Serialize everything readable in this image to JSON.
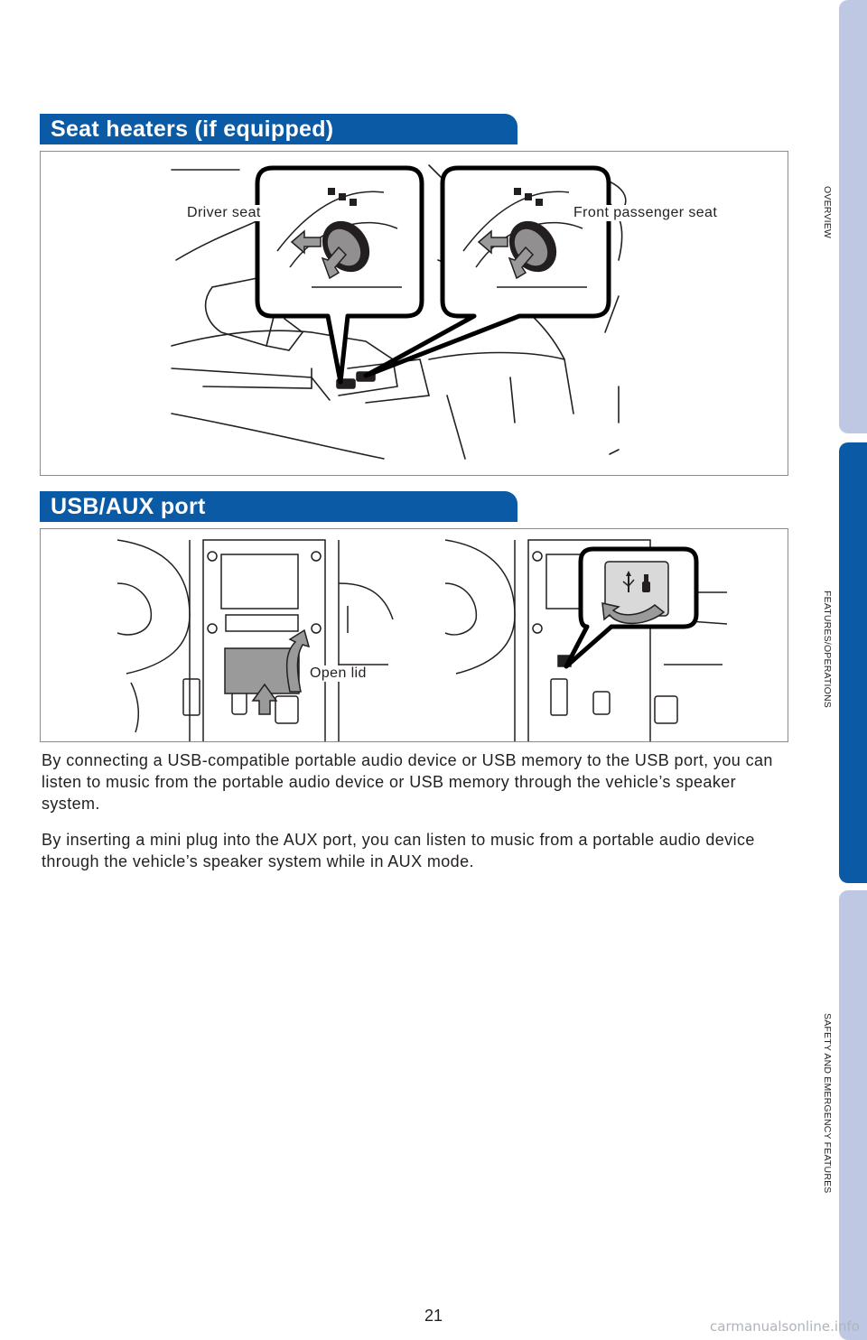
{
  "sections": {
    "seat_heaters": {
      "title": "Seat heaters (if equipped)",
      "labels": {
        "driver": "Driver seat",
        "passenger": "Front passenger seat"
      }
    },
    "usb_aux": {
      "title": "USB/AUX port",
      "labels": {
        "open_lid": "Open lid"
      },
      "paragraphs": [
        "By connecting a USB-compatible portable audio device or USB memory to the USB port, you can listen to music from the portable audio device or USB memory through the vehicle’s speaker system.",
        "By inserting a mini plug into the AUX port, you can listen to music from a portable audio device through the vehicle’s speaker system while in AUX mode."
      ]
    }
  },
  "side_tabs": [
    {
      "label": "OVERVIEW",
      "active": false
    },
    {
      "label": "FEATURES/OPERATIONS",
      "active": true
    },
    {
      "label": "SAFETY AND EMERGENCY FEATURES",
      "active": false
    }
  ],
  "page_number": "21",
  "watermark": "carmanualsonline.info",
  "colors": {
    "header_blue": "#0b5aa5",
    "tab_light": "#bec8e3",
    "tab_active": "#0b5aa5"
  },
  "icons": [
    "usb-icon",
    "aux-plug-icon",
    "seat-heater-icon",
    "arrow-icon"
  ]
}
